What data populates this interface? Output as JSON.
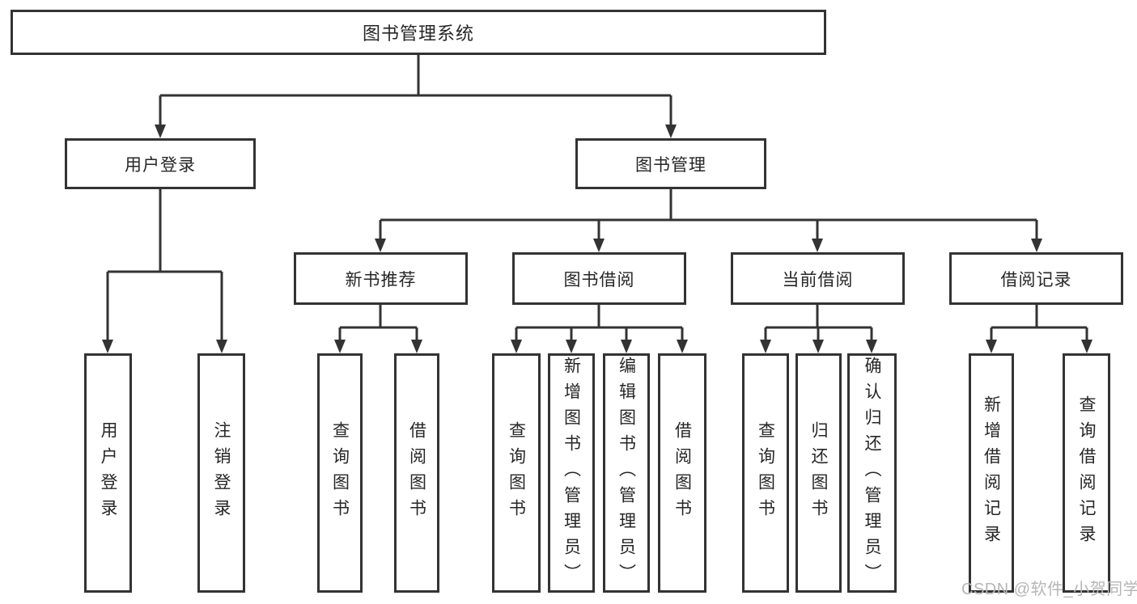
{
  "colors": {
    "line": "#333333",
    "border": "#333333",
    "background": "#ffffff",
    "text": "#262626",
    "watermark": "#b6b6b6"
  },
  "diagram": {
    "root": {
      "label": "图书管理系统"
    },
    "level2": [
      {
        "label": "用户登录"
      },
      {
        "label": "图书管理"
      }
    ],
    "level3": [
      {
        "label": "新书推荐"
      },
      {
        "label": "图书借阅"
      },
      {
        "label": "当前借阅"
      },
      {
        "label": "借阅记录"
      }
    ],
    "leaves": [
      {
        "label": "用户登录"
      },
      {
        "label": "注销登录"
      },
      {
        "label": "查询图书"
      },
      {
        "label": "借阅图书"
      },
      {
        "label": "查询图书"
      },
      {
        "label": "新增图书（管理员）"
      },
      {
        "label": "编辑图书（管理员）"
      },
      {
        "label": "借阅图书"
      },
      {
        "label": "查询图书"
      },
      {
        "label": "归还图书"
      },
      {
        "label": "确认归还（管理员）"
      },
      {
        "label": "新增借阅记录"
      },
      {
        "label": "查询借阅记录"
      }
    ]
  },
  "watermark": {
    "text": "CSDN @软件_小贺同学"
  }
}
